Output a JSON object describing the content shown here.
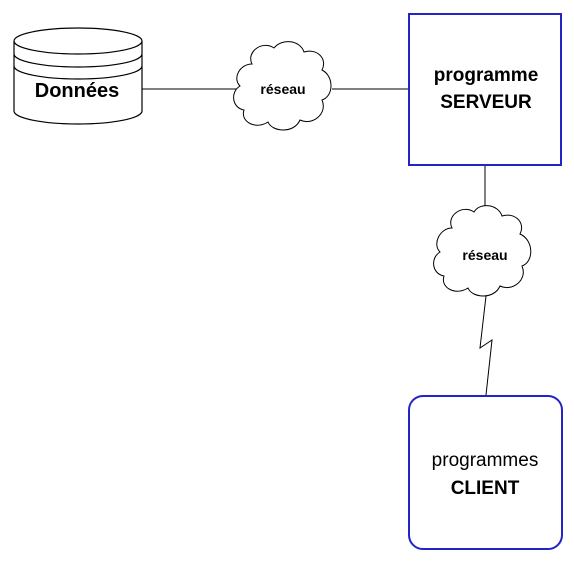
{
  "database": {
    "label": "Données"
  },
  "network_top": {
    "label": "réseau"
  },
  "server": {
    "line1": "programme",
    "line2": "SERVEUR",
    "border_color": "#2323c8"
  },
  "network_right": {
    "label": "réseau"
  },
  "client": {
    "line1": "programmes",
    "line2": "CLIENT",
    "border_color": "#2323c8"
  }
}
